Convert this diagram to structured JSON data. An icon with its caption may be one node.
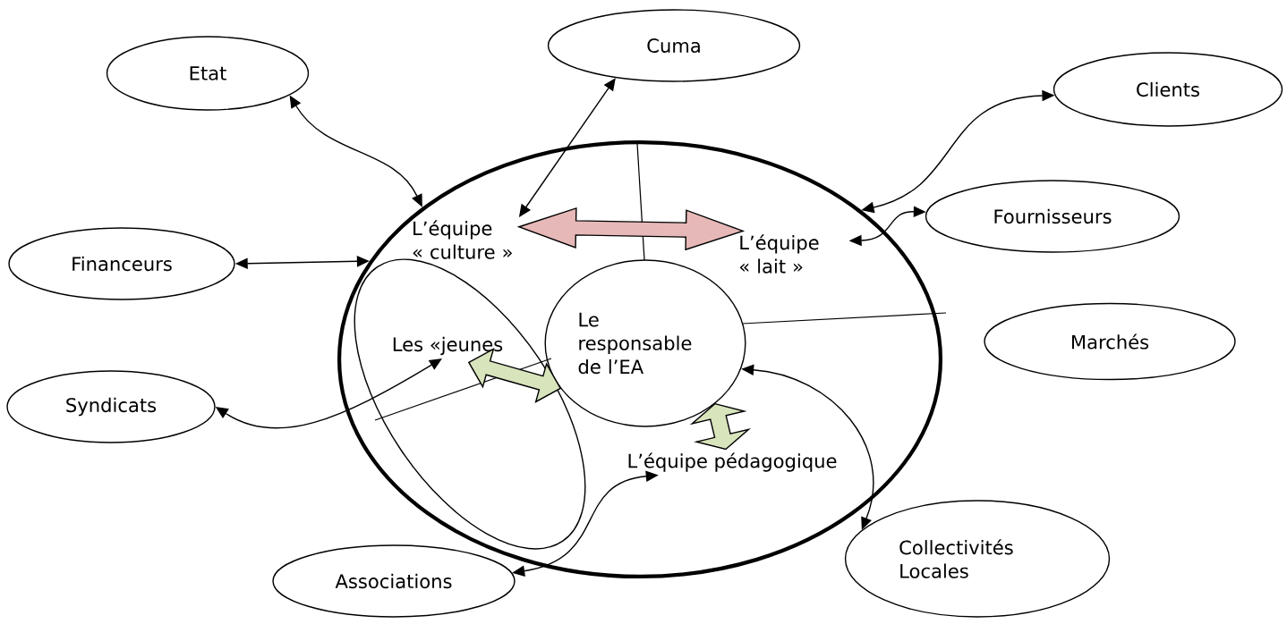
{
  "diagram": {
    "nodes": [
      {
        "text": [
          "Etat"
        ]
      },
      {
        "text": [
          "Cuma"
        ]
      },
      {
        "text": [
          "Clients"
        ]
      },
      {
        "text": [
          "Fournisseurs"
        ]
      },
      {
        "text": [
          "Financeurs"
        ]
      },
      {
        "text": [],
        "shape": "circle"
      },
      {
        "text": [
          "L’équipe « culture »"
        ],
        "in": 5
      },
      {
        "text": [
          "L’équipe « lait »"
        ],
        "in": 5
      },
      {
        "text": [
          "Les «jeunes"
        ],
        "in": 5
      },
      {
        "text": [
          "Le responsable de l’EA"
        ],
        "in": 5
      },
      {
        "text": [
          "L’équipe pédagogique"
        ],
        "in": 5
      },
      {
        "text": [
          "Marchés"
        ]
      },
      {
        "text": [
          "Syndicats"
        ]
      },
      {
        "text": [
          "Associations"
        ]
      },
      {
        "text": [
          "Collectivités Locales"
        ]
      }
    ],
    "edges": [
      {
        "from": 0,
        "to": 5,
        "arrow": "both"
      },
      {
        "from": 1,
        "to": 6,
        "arrow": "both"
      },
      {
        "from": 2,
        "to": 5,
        "arrow": "both"
      },
      {
        "from": 3,
        "to": 7,
        "arrow": "both"
      },
      {
        "from": 4,
        "to": 5,
        "arrow": "both"
      },
      {
        "from": 12,
        "to": 8,
        "arrow": "both"
      },
      {
        "from": 13,
        "to": 10,
        "arrow": "both"
      },
      {
        "from": 14,
        "to": 9,
        "arrow": "both"
      },
      {
        "from": 6,
        "to": 7,
        "arrow": "both",
        "style": "thick",
        "color": "#e6b8b7"
      },
      {
        "from": 8,
        "to": 9,
        "arrow": "both",
        "style": "thick",
        "color": "#d7e4bc"
      },
      {
        "from": 9,
        "to": 10,
        "arrow": "both",
        "style": "thick",
        "color": "#d7e4bc"
      }
    ]
  }
}
